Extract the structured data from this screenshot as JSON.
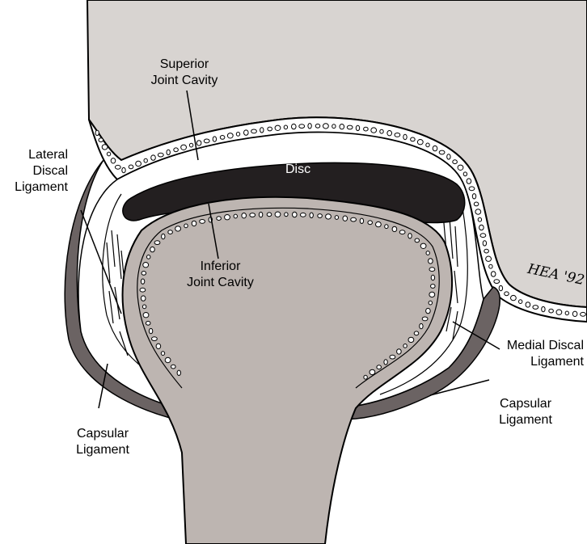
{
  "labels": {
    "superior_joint_cavity": [
      "Superior",
      "Joint Cavity"
    ],
    "disc": "Disc",
    "lateral_discal_ligament": [
      "Lateral",
      "Discal",
      "Ligament"
    ],
    "inferior_joint_cavity": [
      "Inferior",
      "Joint Cavity"
    ],
    "medial_discal_ligament": [
      "Medial Discal",
      "Ligament"
    ],
    "capsular_ligament_left": [
      "Capsular",
      "Ligament"
    ],
    "capsular_ligament_right": [
      "Capsular",
      "Ligament"
    ],
    "signature": "HEA '92"
  },
  "colors": {
    "bone": "#d8d4d1",
    "condyle": "#bdb5b1",
    "disc": "#231f20",
    "capsule": "#6b6363",
    "outline": "#000000"
  }
}
